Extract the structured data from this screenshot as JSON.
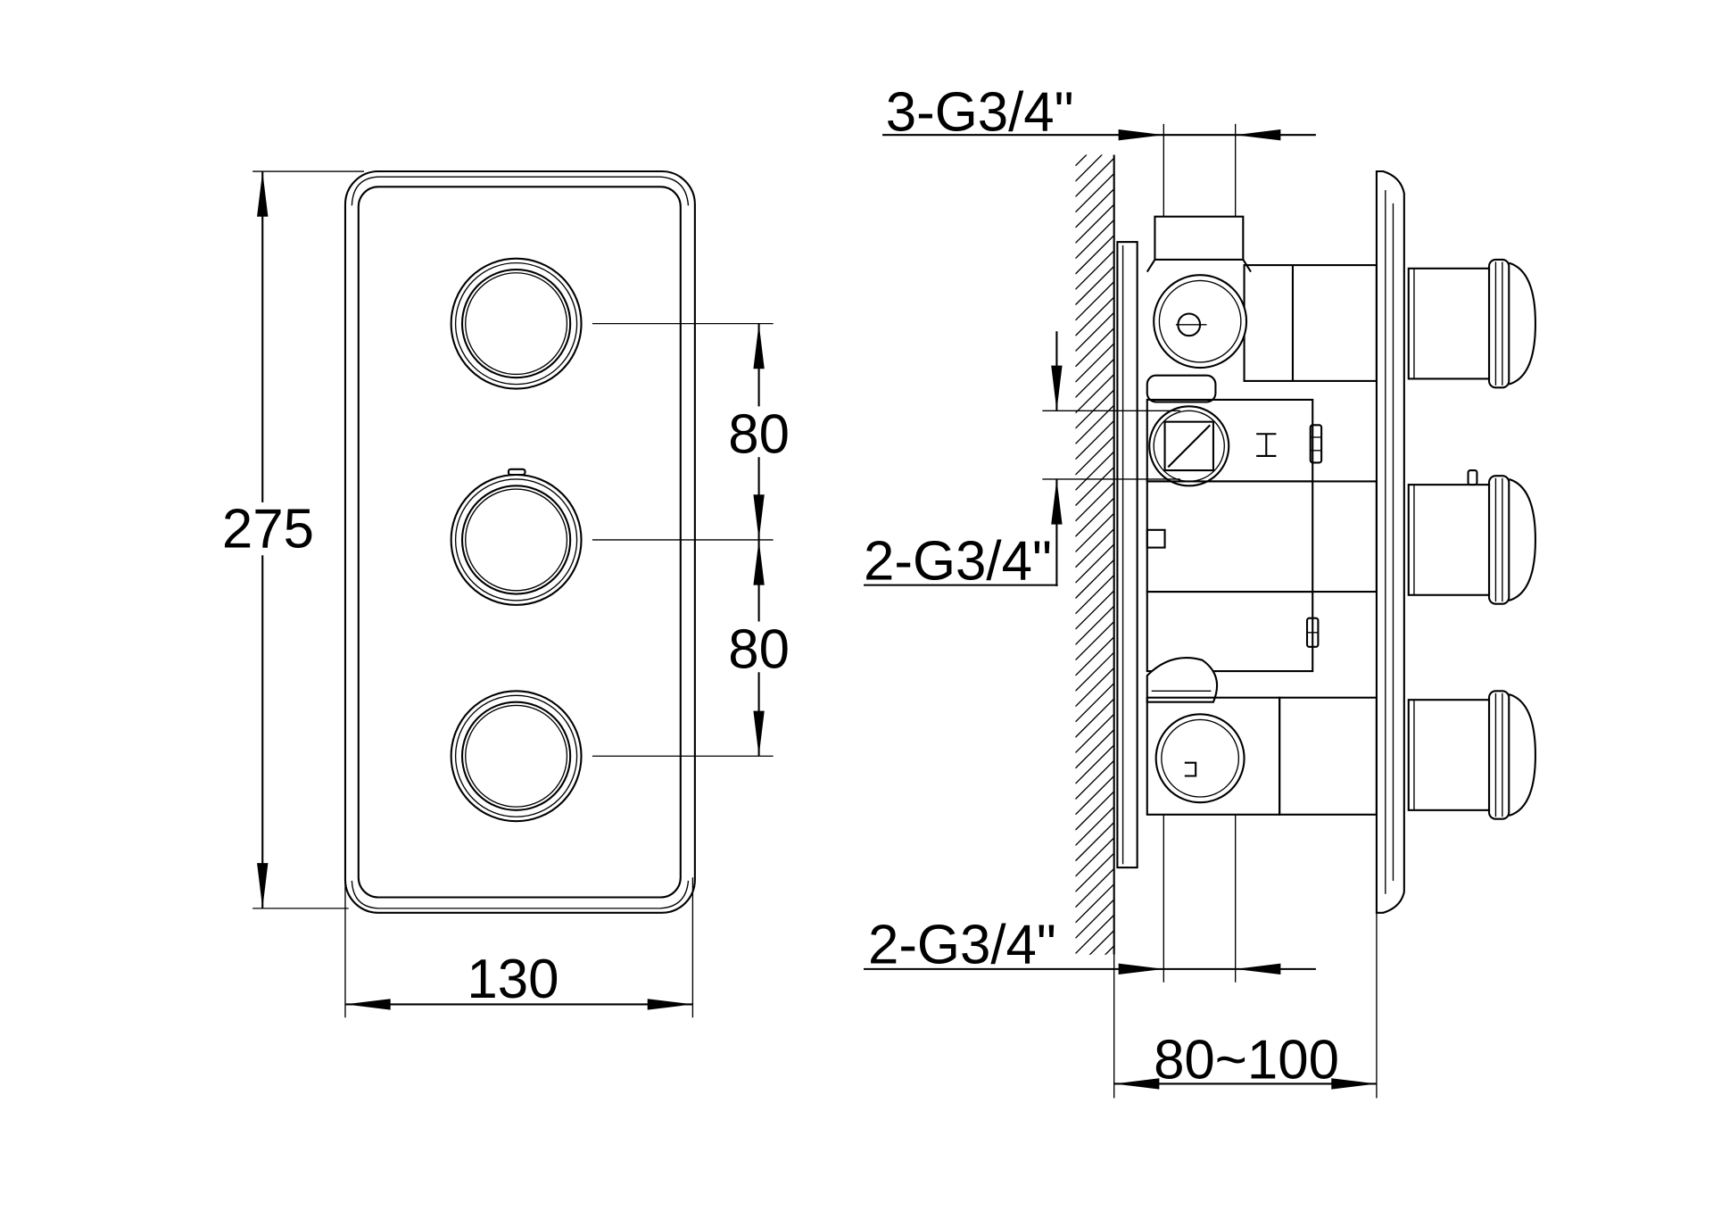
{
  "drawing": {
    "front_view": {
      "height_dim": "275",
      "width_dim": "130",
      "knob_spacing_upper": "80",
      "knob_spacing_lower": "80"
    },
    "side_view": {
      "top_connection": "3-G3/4\"",
      "middle_connection": "2-G3/4\"",
      "bottom_connection": "2-G3/4\"",
      "depth_dim": "80~100"
    },
    "colors": {
      "line": "#000000",
      "background": "#ffffff"
    }
  }
}
